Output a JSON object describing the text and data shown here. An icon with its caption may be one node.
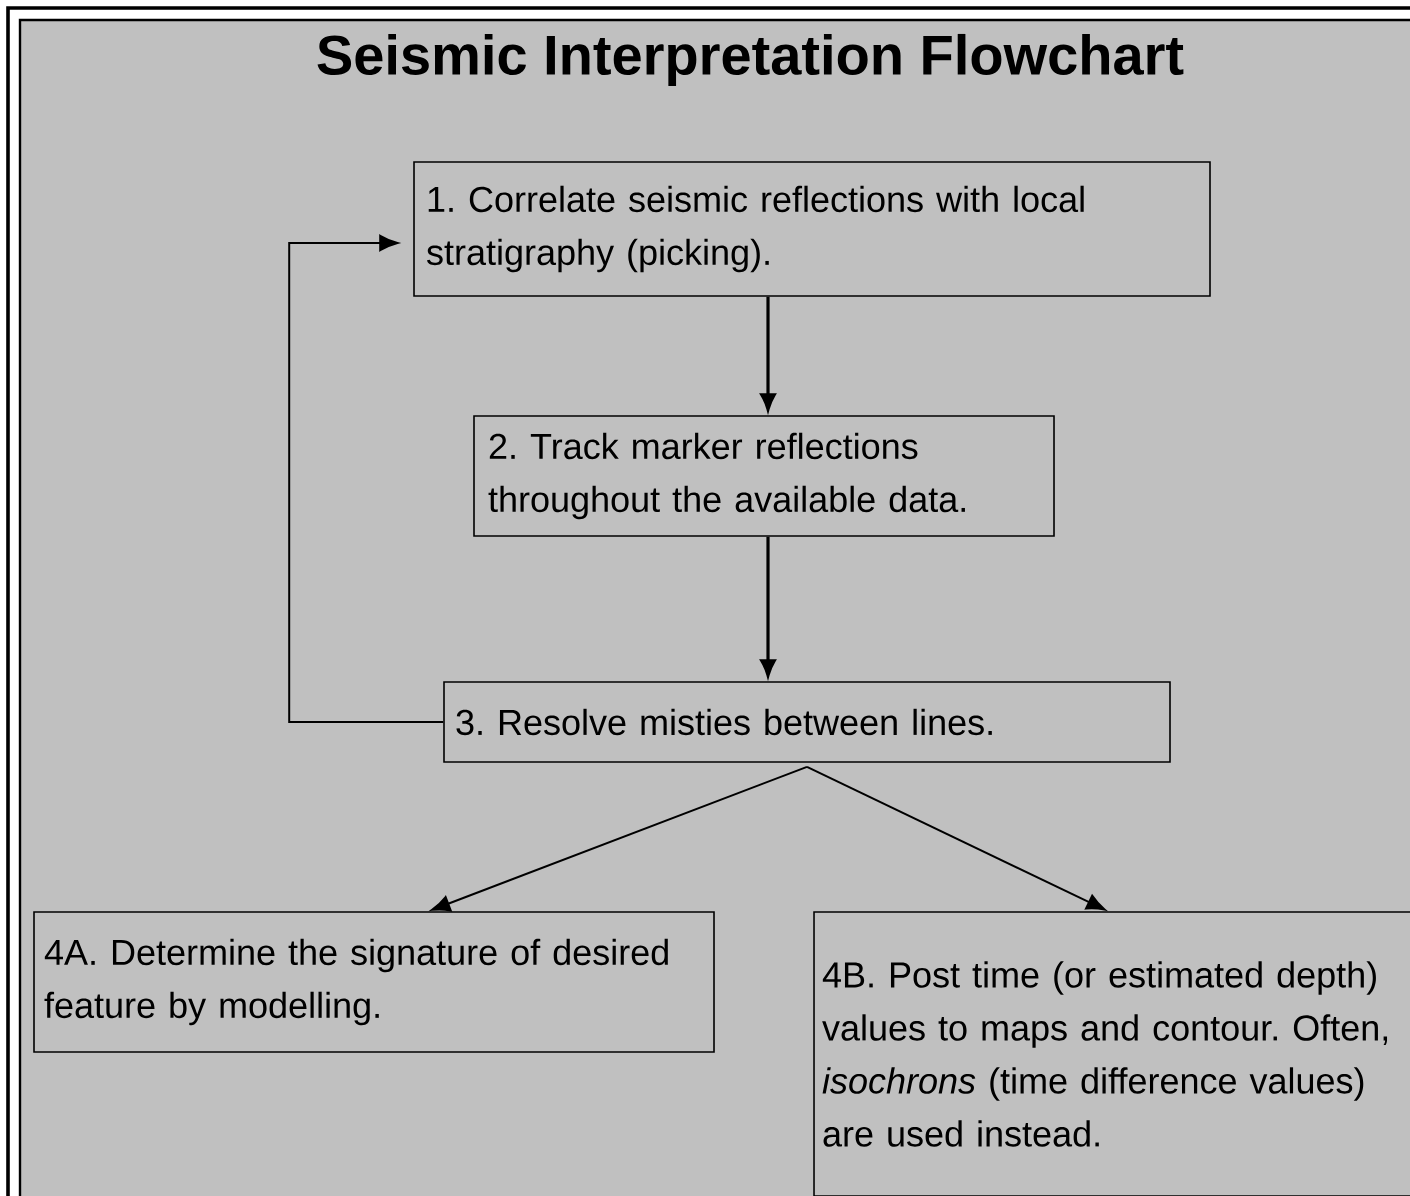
{
  "diagram": {
    "title": "Seismic Interpretation Flowchart",
    "nodes": [
      {
        "text": [
          "1. Correlate seismic reflections with local stratigraphy (picking)."
        ]
      },
      {
        "text": [
          "2. Track marker reflections throughout the available data."
        ]
      },
      {
        "text": [
          "3. Resolve misties between lines."
        ]
      },
      {
        "text": [
          "4A. Determine the signature of desired feature by modelling."
        ]
      },
      {
        "text": [
          "4B. Post time (or estimated depth) values to maps and contour. Often, *isochrons* (time difference values) are used instead."
        ]
      }
    ],
    "edges": [
      {
        "from": 0,
        "to": 1,
        "arrow": "to"
      },
      {
        "from": 1,
        "to": 2,
        "arrow": "to"
      },
      {
        "from": 2,
        "to": 0,
        "arrow": "to"
      },
      {
        "from": 2,
        "to": 3,
        "arrow": "to"
      },
      {
        "from": 2,
        "to": 4,
        "arrow": "to"
      }
    ]
  }
}
